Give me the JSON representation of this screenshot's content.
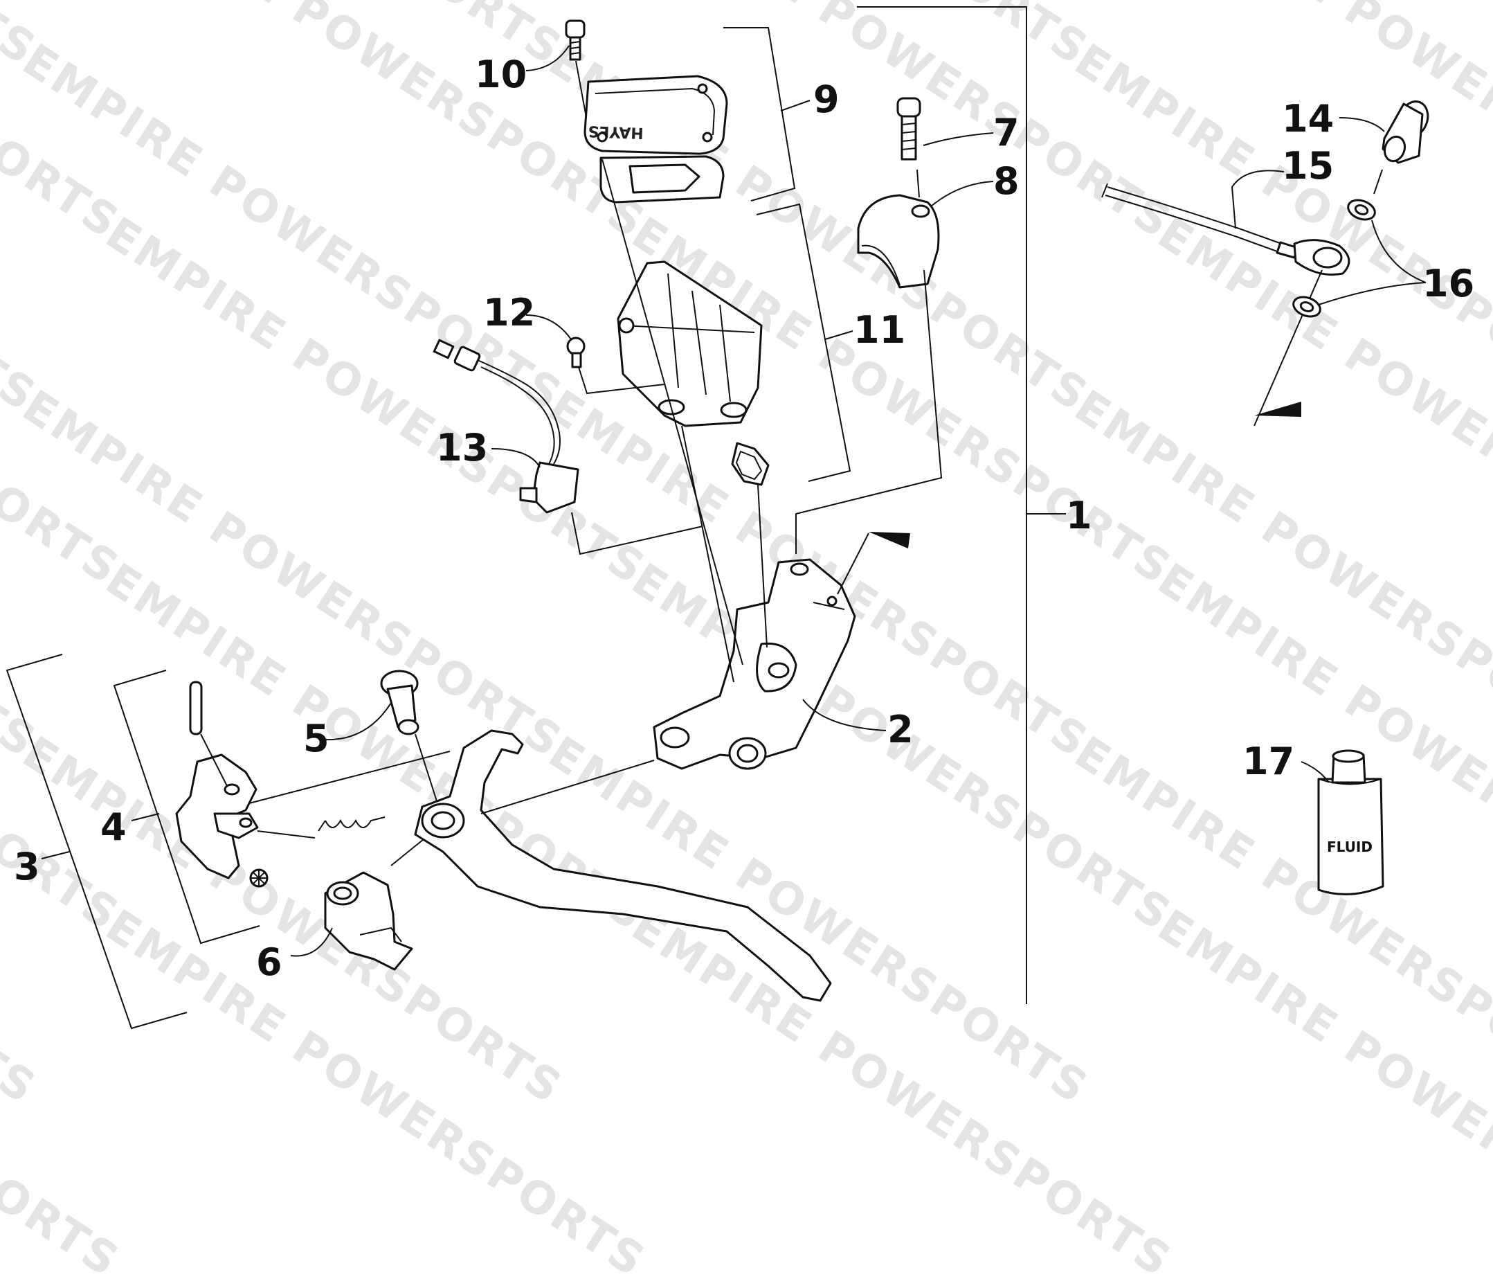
{
  "watermark": {
    "text": "EMPIRE POWERSPORTS"
  },
  "diagram": {
    "callouts": [
      {
        "id": "1",
        "label": "1"
      },
      {
        "id": "2",
        "label": "2"
      },
      {
        "id": "3",
        "label": "3"
      },
      {
        "id": "4",
        "label": "4"
      },
      {
        "id": "5",
        "label": "5"
      },
      {
        "id": "6",
        "label": "6"
      },
      {
        "id": "7",
        "label": "7"
      },
      {
        "id": "8",
        "label": "8"
      },
      {
        "id": "9",
        "label": "9"
      },
      {
        "id": "10",
        "label": "10"
      },
      {
        "id": "11",
        "label": "11"
      },
      {
        "id": "12",
        "label": "12"
      },
      {
        "id": "13",
        "label": "13"
      },
      {
        "id": "14",
        "label": "14"
      },
      {
        "id": "15",
        "label": "15"
      },
      {
        "id": "16",
        "label": "16"
      },
      {
        "id": "17",
        "label": "17"
      }
    ],
    "fluid_bottle_text": "FLUID",
    "reservoir_cap_brand": "HAYES"
  }
}
